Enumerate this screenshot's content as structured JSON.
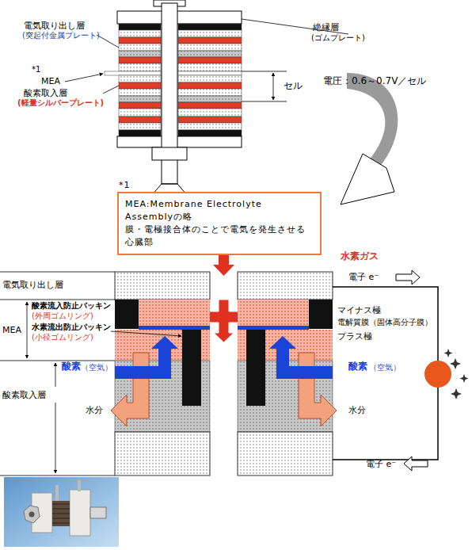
{
  "diagram": {
    "nodes": [
      {
        "text": [
          "*1",
          "MEA:Membrane Electrolyte Assemblyの略",
          "膜・電極接合体のことで電気を発生させる心臓部"
        ]
      }
    ],
    "labels": [
      "絶縁層",
      "(ゴムプレート)",
      "電気取り出し層",
      "(突起付金属プレート)",
      "*1",
      "MEA",
      "酸素取入層",
      "(軽量シルバープレート)",
      "セル",
      "電圧：0.6～0.7V／セル",
      "水素ガス",
      "電気取り出し層",
      "MEA",
      "酸素流入防止パッキン",
      "(外周ゴムリング)",
      "水素流出防止パッキン",
      "(小径ゴムリング)",
      "酸素取入層",
      "酸素",
      "（空気）",
      "水分",
      "マイナス極",
      "電解質膜（固体高分子膜）",
      "プラス極",
      "酸素",
      "（空気）",
      "水分",
      "電子 e⁻",
      "電子 e⁻"
    ]
  }
}
